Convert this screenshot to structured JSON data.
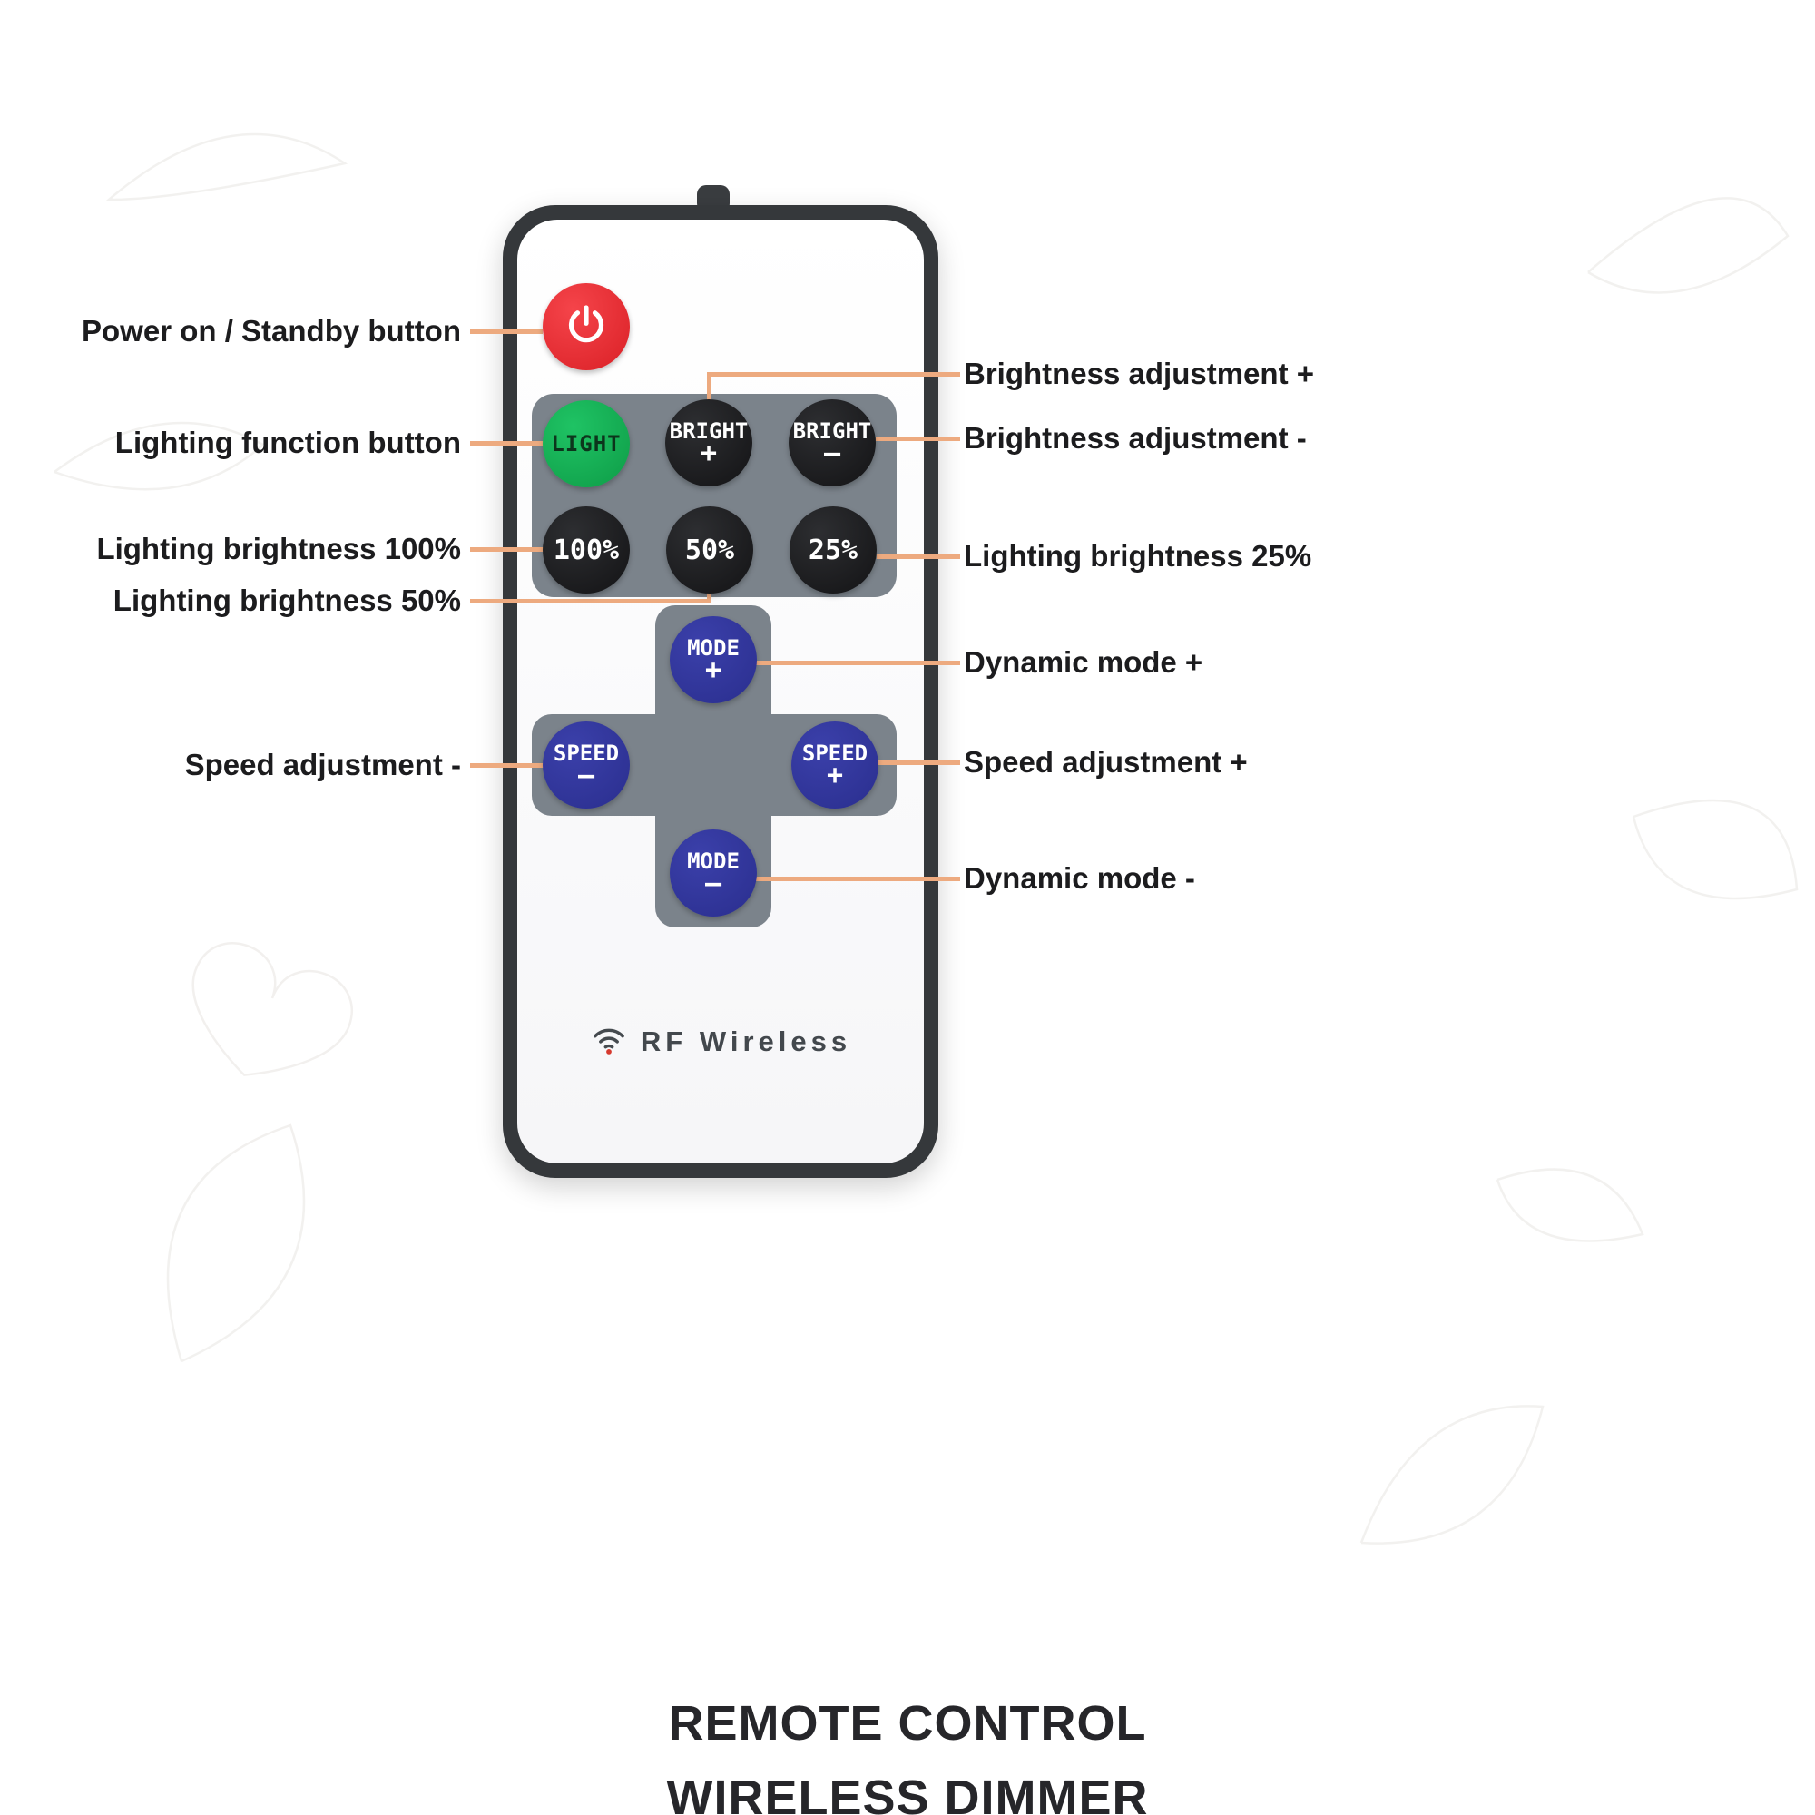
{
  "page": {
    "title_line1": "REMOTE CONTROL",
    "title_line2": "WIRELESS DIMMER"
  },
  "callouts": {
    "power": "Power on / Standby button",
    "light": "Lighting function button",
    "brightness100": "Lighting brightness 100%",
    "brightness50": "Lighting brightness 50%",
    "speed_minus": "Speed adjustment -",
    "bright_plus": "Brightness adjustment +",
    "bright_minus": "Brightness adjustment -",
    "brightness25": "Lighting brightness 25%",
    "mode_plus": "Dynamic mode +",
    "speed_plus": "Speed adjustment +",
    "mode_minus": "Dynamic mode -"
  },
  "remote": {
    "brand": "RF Wireless",
    "buttons": {
      "light": "LIGHT",
      "bright_plus": {
        "top": "BRIGHT",
        "bottom": "+"
      },
      "bright_minus": {
        "top": "BRIGHT",
        "bottom": "—"
      },
      "pct100": "100%",
      "pct50": "50%",
      "pct25": "25%",
      "mode_plus": {
        "top": "MODE",
        "bottom": "+"
      },
      "speed_minus": {
        "top": "SPEED",
        "bottom": "—"
      },
      "speed_plus": {
        "top": "SPEED",
        "bottom": "+"
      },
      "mode_minus": {
        "top": "MODE",
        "bottom": "—"
      }
    }
  },
  "colors": {
    "connector": "#edaa7f",
    "power_button": "#da2026",
    "light_button": "#0e9c47",
    "blue_button": "#2a2e8e",
    "panel": "#7b838b",
    "remote_body": "#35383b",
    "label_text": "#1c1c1e"
  }
}
